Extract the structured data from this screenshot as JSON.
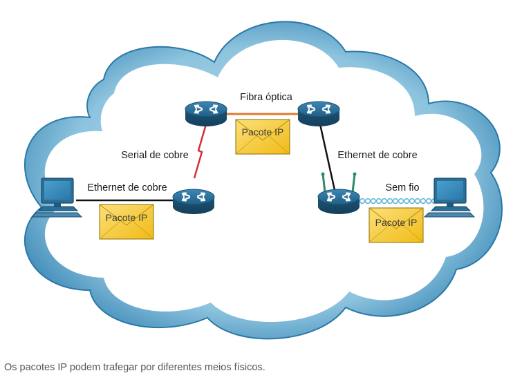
{
  "diagram": {
    "links": {
      "fiber": "Fibra óptica",
      "serial": "Serial de cobre",
      "ethernet_left": "Ethernet de cobre",
      "ethernet_right": "Ethernet de cobre",
      "wireless": "Sem fio"
    },
    "packets": {
      "top": "Pacote IP",
      "left": "Pacote IP",
      "right": "Pacote IP"
    },
    "colors": {
      "cloud_outer": "#2f7fb0",
      "cloud_inner": "#ffffff",
      "router": "#1f5f86",
      "fiber_link": "#e0782d",
      "serial_link": "#d32f3a",
      "ethernet_link": "#111111",
      "wireless_wave": "#5ab3d8",
      "envelope": "#f6c82b"
    },
    "icons": {
      "router": "router-icon",
      "wireless_router": "wireless-router-icon",
      "computer": "desktop-computer-icon",
      "packet": "envelope-icon"
    }
  },
  "caption": "Os pacotes IP podem trafegar por diferentes meios físicos."
}
